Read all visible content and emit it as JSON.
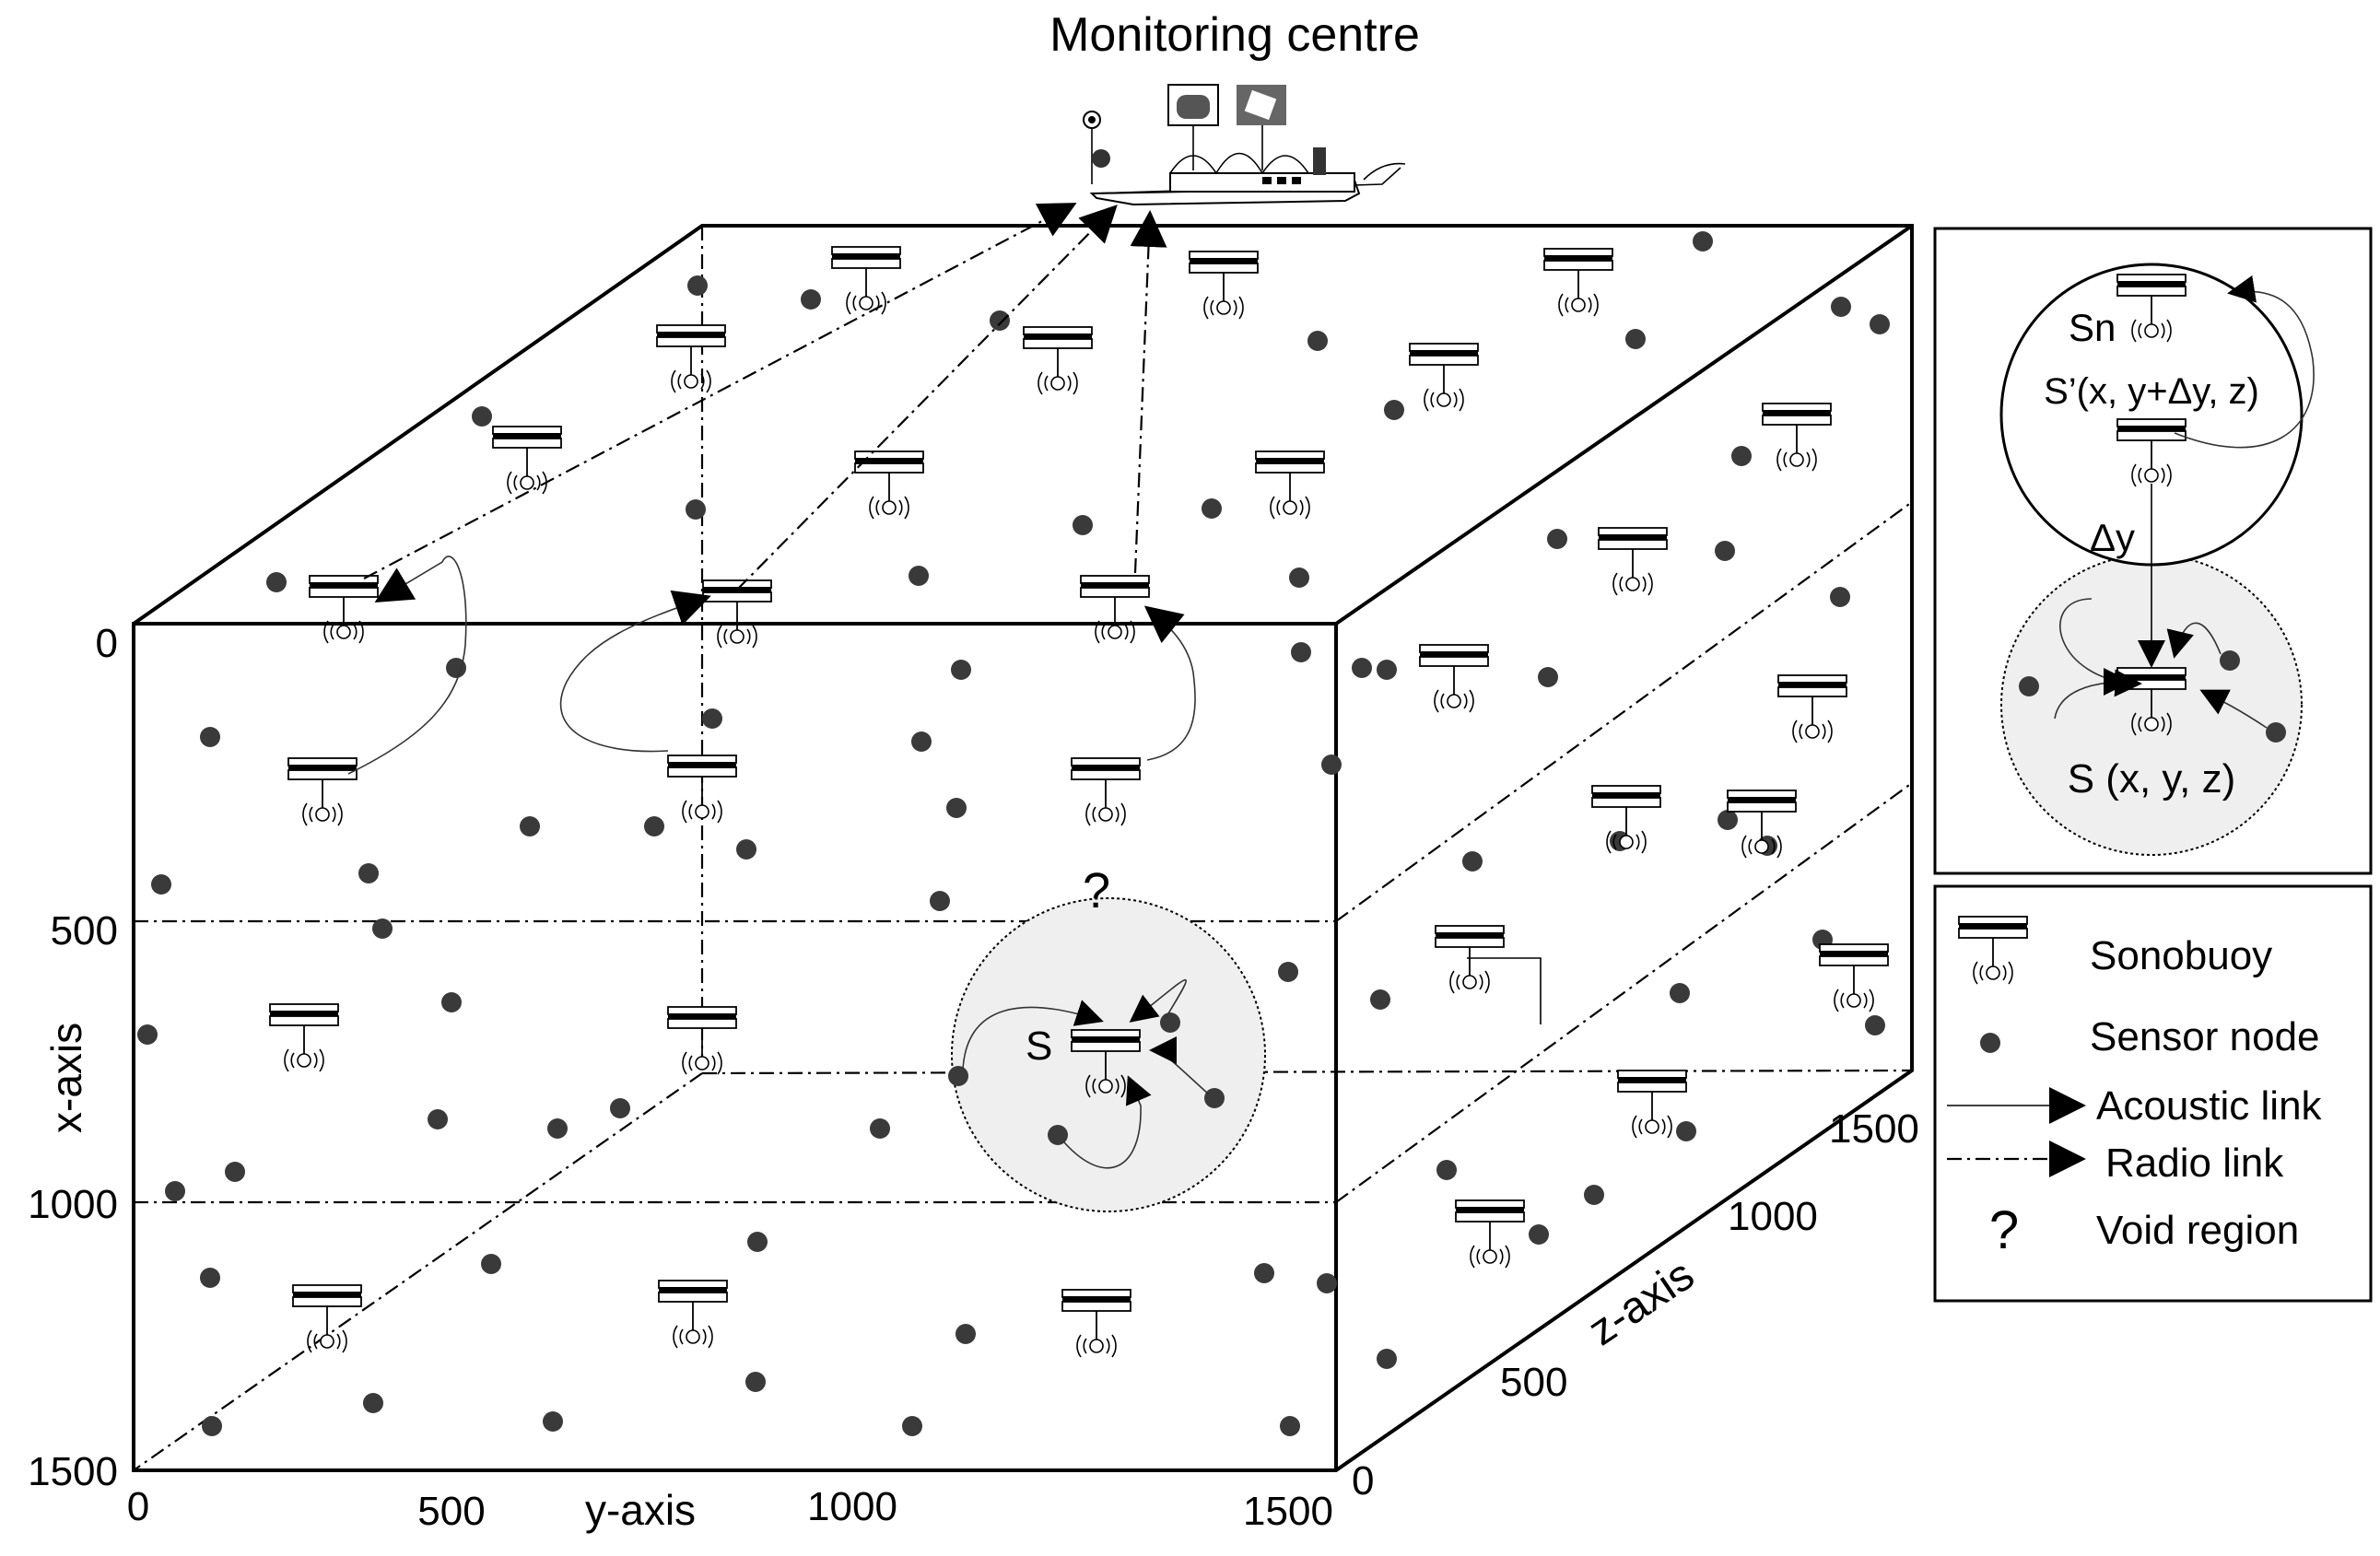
{
  "title": "Monitoring centre",
  "axes": {
    "x_label": "x-axis",
    "y_label": "y-axis",
    "z_label": "z-axis",
    "x_ticks": [
      "0",
      "500",
      "1000",
      "1500"
    ],
    "y_ticks": [
      "0",
      "500",
      "1000",
      "1500"
    ],
    "z_ticks": [
      "0",
      "500",
      "1000",
      "1500"
    ]
  },
  "void_region": {
    "question_mark": "?",
    "node_label": "S"
  },
  "inset": {
    "upper_node_label": "Sn",
    "shifted_label": "S’(x, y+Δy, z)",
    "delta_label": "Δy",
    "node_label": "S (x, y, z)"
  },
  "legend": {
    "items": [
      {
        "symbol": "sonobuoy-icon",
        "label": "Sonobuoy"
      },
      {
        "symbol": "sensor-node-icon",
        "label": "Sensor node"
      },
      {
        "symbol": "acoustic-link-icon",
        "label": "Acoustic link"
      },
      {
        "symbol": "radio-link-icon",
        "label": "Radio link"
      },
      {
        "symbol": "void-region-icon",
        "label": "Void region",
        "glyph": "?"
      }
    ]
  }
}
